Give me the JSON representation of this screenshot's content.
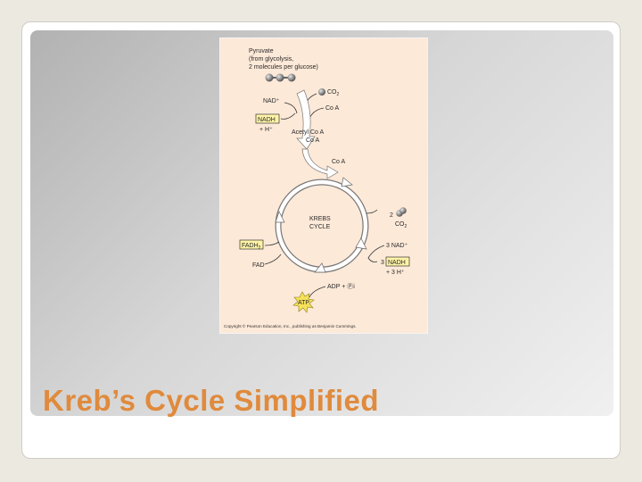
{
  "slide": {
    "title": "Kreb’s Cycle Simplified"
  },
  "diagram": {
    "pyruvate_line1": "Pyruvate",
    "pyruvate_line2": "(from glycolysis,",
    "pyruvate_line3": "2 molecules per glucose)",
    "co2_top": "CO",
    "co2_top_sub": "2",
    "nad_plus": "NAD⁺",
    "coa_in": "Co A",
    "nadh_top": "NADH",
    "h_plus_top": "+ H⁺",
    "acetyl_coa_line1": "Acetyl Co A",
    "acetyl_coa_line2": "Co A",
    "coa_enter": "Co A",
    "cycle_line1": "KREBS",
    "cycle_line2": "CYCLE",
    "co2_right_count": "2",
    "co2_right": "CO",
    "co2_right_sub": "2",
    "fadh2": "FADH",
    "fadh2_sub": "2",
    "three_nad": "3 NAD⁺",
    "fad": "FAD",
    "three_nadh_prefix": "3",
    "three_nadh_box": "NADH",
    "three_h_plus": "+ 3 H⁺",
    "adp_pi": "ADP + Ⓟi",
    "atp": "ATP",
    "copyright": "Copyright © Pearson Education, Inc., publishing as Benjamin Cummings."
  },
  "colors": {
    "title": "#e08a3c",
    "diagram_bg": "#fde9d8",
    "label_box": "#fff3a6",
    "atp_burst": "#f5e15a"
  }
}
